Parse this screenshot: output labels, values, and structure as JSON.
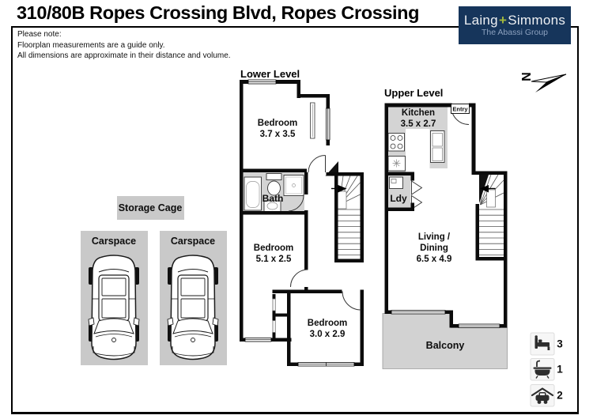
{
  "header": {
    "title": "310/80B Ropes Crossing Blvd, Ropes Crossing"
  },
  "logo": {
    "brand_left": "Laing",
    "brand_plus": "+",
    "brand_right": "Simmons",
    "subtitle": "The Abassi Group"
  },
  "disclaimer": {
    "line1": "Please note:",
    "line2": "Floorplan measurements are a guide only.",
    "line3": "All dimensions are approximate in their distance and volume."
  },
  "compass": {
    "north_label": "N"
  },
  "lower_level": {
    "heading": "Lower Level",
    "bedroom1": {
      "name": "Bedroom",
      "dims": "3.7 x 3.5"
    },
    "bathroom": {
      "name": "Bath"
    },
    "bedroom2": {
      "name": "Bedroom",
      "dims": "5.1 x 2.5"
    },
    "bedroom3": {
      "name": "Bedroom",
      "dims": "3.0 x 2.9"
    }
  },
  "upper_level": {
    "heading": "Upper Level",
    "kitchen": {
      "name": "Kitchen",
      "dims": "3.5 x 2.7"
    },
    "entry": {
      "name": "Entry"
    },
    "laundry": {
      "name": "Ldy"
    },
    "living": {
      "line1": "Living /",
      "line2": "Dining",
      "dims": "6.5 x 4.9"
    },
    "balcony": {
      "name": "Balcony"
    }
  },
  "parking": {
    "storage": {
      "label": "Storage Cage"
    },
    "carspace_left": {
      "label": "Carspace"
    },
    "carspace_right": {
      "label": "Carspace"
    }
  },
  "legend": {
    "bedrooms": {
      "icon": "bed-icon",
      "count": "3"
    },
    "bathrooms": {
      "icon": "bath-icon",
      "count": "1"
    },
    "carspaces": {
      "icon": "car-icon",
      "count": "2"
    }
  },
  "colors": {
    "logo_background": "#16355b",
    "logo_plus_accent": "#a3b93e",
    "logo_subtitle": "#8ca1bf",
    "floor_gray": "#d4d4d4",
    "balcony_gray": "#d2d2d2",
    "parking_gray": "#c9c9c9",
    "wall_black": "#0b0b0b"
  }
}
